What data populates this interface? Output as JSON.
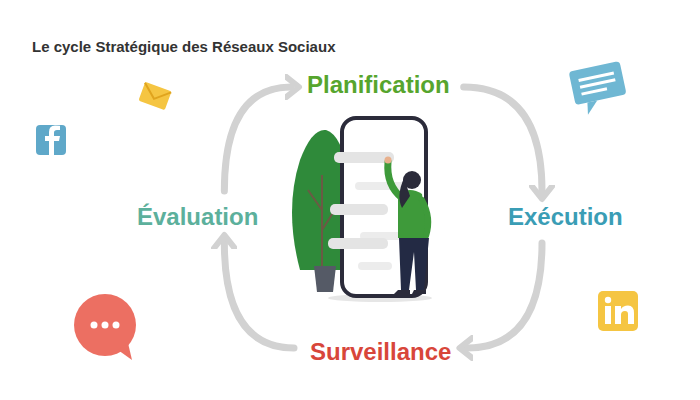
{
  "diagram": {
    "title": "Le cycle Stratégique des Réseaux Sociaux",
    "nodes": [
      {
        "text": [
          "Planification"
        ]
      },
      {
        "text": [
          "Exécution"
        ]
      },
      {
        "text": [
          "Surveillance"
        ]
      },
      {
        "text": [
          "Évaluation"
        ]
      }
    ],
    "edges": [
      {
        "from": 0,
        "to": 1,
        "arrow": "to"
      },
      {
        "from": 1,
        "to": 2,
        "arrow": "to"
      },
      {
        "from": 2,
        "to": 3,
        "arrow": "to"
      },
      {
        "from": 3,
        "to": 0,
        "arrow": "to"
      }
    ]
  }
}
